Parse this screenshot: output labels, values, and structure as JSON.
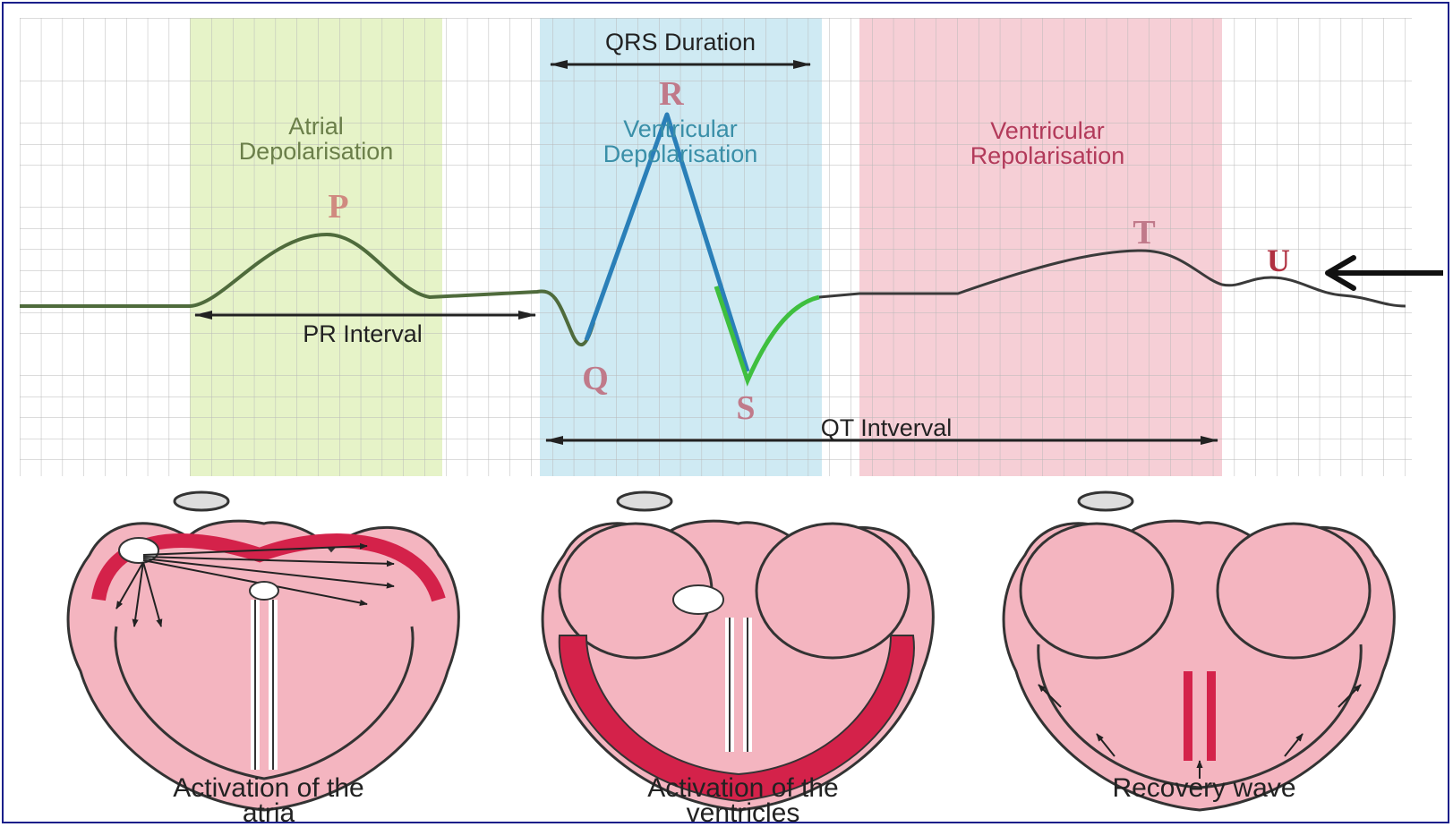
{
  "ecg": {
    "qrs_duration": "QRS Duration",
    "atrial_line1": "Atrial",
    "atrial_line2": "Depolarisation",
    "vent_dep_line1": "Ventricular",
    "vent_dep_line2": "Depolarisation",
    "vent_rep_line1": "Ventricular",
    "vent_rep_line2": "Repolarisation",
    "pr_interval": "PR Interval",
    "qt_interval": "QT Intverval",
    "waves": {
      "p": "P",
      "q": "Q",
      "r": "R",
      "s": "S",
      "t": "T",
      "u": "U"
    }
  },
  "captions": {
    "atria_line1": "Activation of the",
    "atria_line2": "atria",
    "ventricles_line1": "Activation of the",
    "ventricles_line2": "ventricles",
    "recovery": "Recovery wave"
  },
  "colors": {
    "atrial_band": "#e6f3c8",
    "qrs_band": "#cfeaf3",
    "repol_band": "#f6cfd6",
    "grid": "#b8b8b8",
    "p_wave": "#4f6b3c",
    "qrs_blue": "#2a7fb8",
    "qrs_green": "#3fbf3f",
    "heart_fill": "#f4b5c0",
    "heart_red": "#d4224a",
    "frame": "#1a1f8a"
  }
}
